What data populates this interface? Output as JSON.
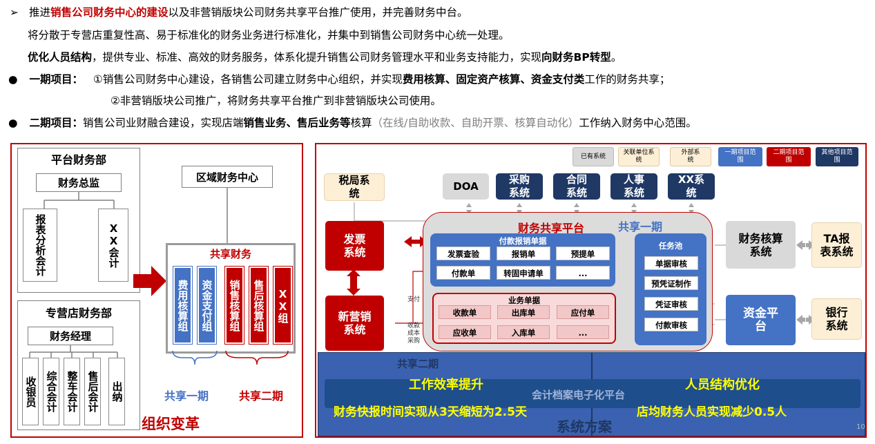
{
  "bullets": {
    "line1_marker": "➢",
    "line1_a": "推进",
    "line1_b": "销售公司财务中心的建设",
    "line1_c": "以及非营销版块公司财务共享平台推广使用，并完善财务中台。",
    "line2": "将分散于专营店重复性高、易于标准化的财务业务进行标准化，并集中到销售公司财务中心统一处理。",
    "line3_a": "优化人员结构",
    "line3_b": "，提供专业、标准、高效的财务服务，体系化提升销售公司财务管理水平和业务支持能力，实现",
    "line3_c": "向财务BP转型",
    "line3_d": "。",
    "phase1_label": "一期项目：",
    "phase1_a": "①销售公司财务中心建设，各销售公司建立财务中心组织，并实现",
    "phase1_b": "费用核算、固定资产核算、资金支付类",
    "phase1_c": "工作的财务共享；",
    "phase1_d": "②非营销版块公司推广，将财务共享平台推广到非营销版块公司使用。",
    "phase2_label": "二期项目：",
    "phase2_a": "销售公司业财融合建设，实现店端",
    "phase2_b": "销售业务、售后业务等",
    "phase2_c": "核算",
    "phase2_d": "（在线/自助收款、自助开票、核算自动化）",
    "phase2_e": "工作纳入财务中心范围。",
    "dot": "●"
  },
  "org": {
    "platform_dept": "平台财务部",
    "finance_director": "财务总监",
    "col1": "报表分析会计",
    "col2": "XX会计",
    "store_dept": "专营店财务部",
    "finance_manager": "财务经理",
    "store_cols": [
      "收银员",
      "综合会计",
      "整车会计",
      "售后会计",
      "出纳"
    ],
    "regional_center": "区域财务中心",
    "shared_finance": "共享财务",
    "blue_cols": [
      "费用核算组",
      "资金支付组"
    ],
    "red_cols": [
      "销售核算组",
      "售后核算组",
      "XX组"
    ],
    "phase1": "共享一期",
    "phase2": "共享二期",
    "caption": "组织变革"
  },
  "system": {
    "legend": [
      "已有系统",
      "关联单位系统",
      "外部系统",
      "一期项目范围",
      "二期项目范围",
      "其他项目范围"
    ],
    "tax": "税局系统",
    "doa": "DOA",
    "top_sys": [
      "采购系统",
      "合同系统",
      "人事系统",
      "XX系统"
    ],
    "invoice": "发票系统",
    "new_marketing": "新营销系统",
    "platform_title": "财务共享平台",
    "phase1": "共享一期",
    "phase2": "共享二期",
    "reimb_title": "付款报销单据",
    "reimb_cells": [
      "发票查验",
      "报销单",
      "预提单",
      "付款单",
      "转固申请单",
      "..."
    ],
    "biz_title": "业务单据",
    "biz_cells": [
      "收款单",
      "出库单",
      "应付单",
      "应收单",
      "入库单",
      "..."
    ],
    "task_pool": "任务池",
    "tasks": [
      "单据审核",
      "预凭证制作",
      "凭证审核",
      "付款审核"
    ],
    "accounting": "财务核算系统",
    "ta": "TA报表系统",
    "fund": "资金平台",
    "bank": "银行系统",
    "pay_label": "支付",
    "flow_label": "收款成本采购",
    "archive": "会计档案电子化平台",
    "efficiency": "工作效率提升",
    "efficiency_detail": "财务快报时间实现从3天缩短为2.5天",
    "structure": "人员结构优化",
    "structure_detail": "店均财务人员实现减少0.5人",
    "caption": "系统方案",
    "page_num": "10"
  }
}
